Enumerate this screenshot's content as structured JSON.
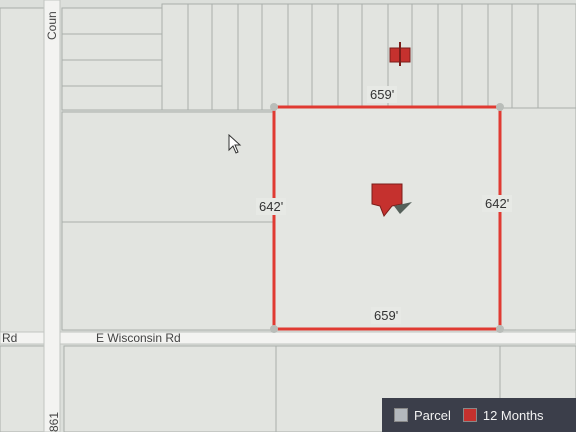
{
  "map": {
    "streets": {
      "horizontal": "E Wisconsin Rd",
      "left_partial": "Rd",
      "vertical_top": "Coun",
      "vertical_bottom": "861"
    },
    "dimensions": {
      "top": "659'",
      "bottom": "659'",
      "left": "642'",
      "right": "642'"
    },
    "colors": {
      "parcel_outline": "#e03a32",
      "marker": "#c5312e",
      "road": "#f3f3f1",
      "parcel_fill": "#e4e6e2",
      "legend_bg": "#3b3e4a"
    }
  },
  "legend": {
    "items": [
      {
        "label": "Parcel",
        "color": "#b3b8bd",
        "icon": "parcel-swatch-icon"
      },
      {
        "label": "12 Months",
        "color": "#c5312e",
        "icon": "twelve-months-swatch-icon"
      }
    ]
  }
}
